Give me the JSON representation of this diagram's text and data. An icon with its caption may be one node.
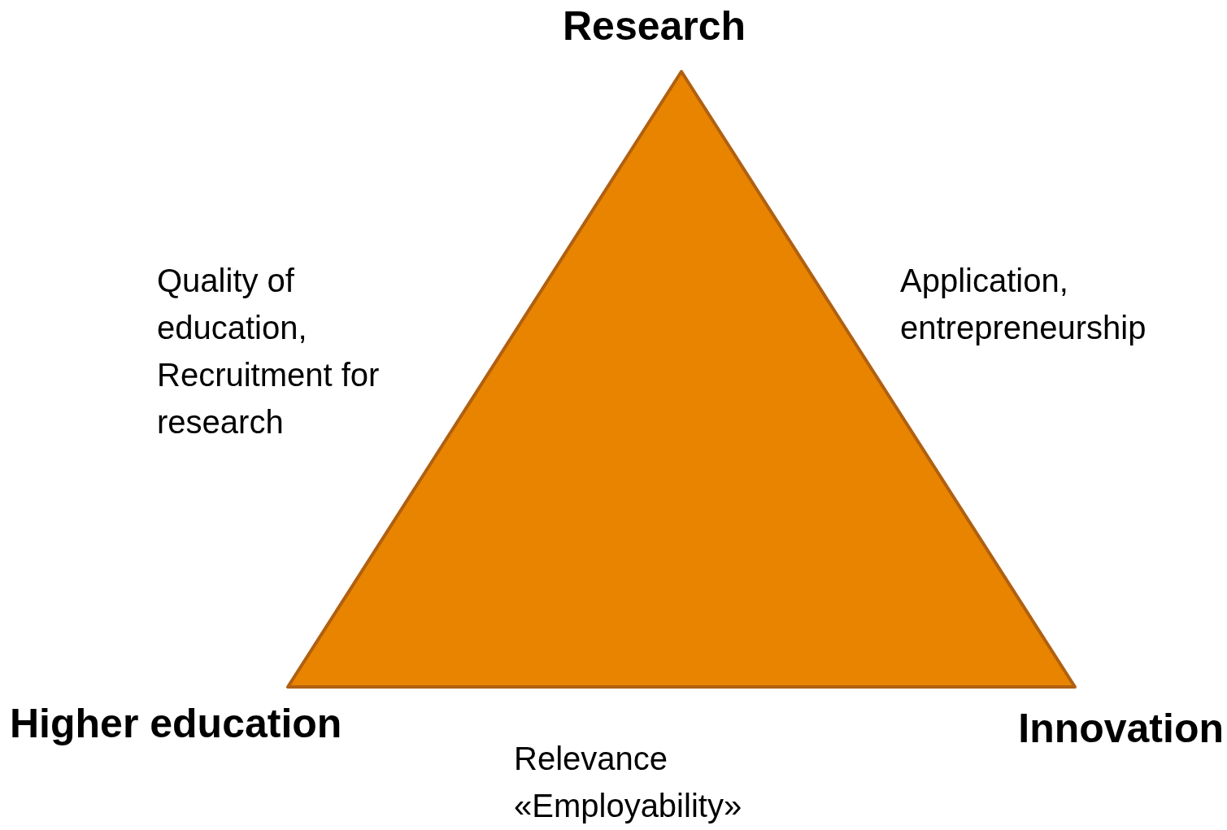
{
  "diagram": {
    "labels": [
      "Research",
      "Quality of education, Recruitment for research",
      "Application, entrepreneurship",
      "Higher education",
      "Innovation",
      "Relevance «Employability»"
    ]
  }
}
